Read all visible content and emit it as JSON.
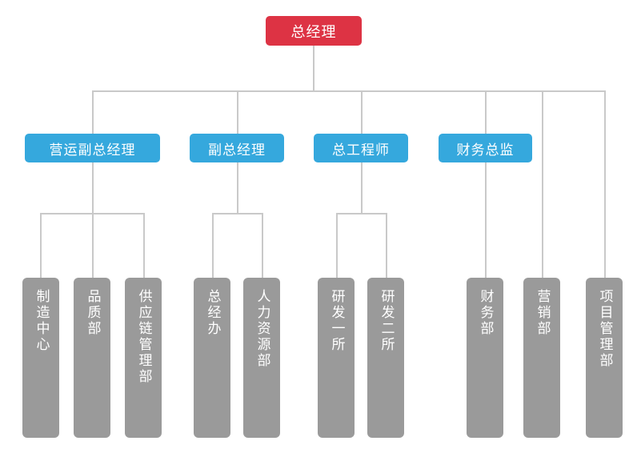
{
  "chart": {
    "title": "总经理",
    "accent_colors": {
      "root": "#dd3344",
      "level2": "#35a8dd",
      "department": "#9a9a9a",
      "connector": "#c9c9c9",
      "background": "#ffffff",
      "text": "#ffffff"
    },
    "root": {
      "label": "总经理"
    },
    "level2": [
      {
        "label": "营运副总经理"
      },
      {
        "label": "副总经理"
      },
      {
        "label": "总工程师"
      },
      {
        "label": "财务总监"
      }
    ],
    "departments": [
      {
        "label": "制造中心",
        "parent": "营运副总经理"
      },
      {
        "label": "品质部",
        "parent": "营运副总经理"
      },
      {
        "label": "供应链管理部",
        "parent": "营运副总经理"
      },
      {
        "label": "总经办",
        "parent": "副总经理"
      },
      {
        "label": "人力资源部",
        "parent": "副总经理"
      },
      {
        "label": "研发一所",
        "parent": "总工程师"
      },
      {
        "label": "研发二所",
        "parent": "总工程师"
      },
      {
        "label": "财务部",
        "parent": "财务总监"
      },
      {
        "label": "营销部",
        "parent": "总经理"
      },
      {
        "label": "项目管理部",
        "parent": "总经理"
      }
    ]
  }
}
